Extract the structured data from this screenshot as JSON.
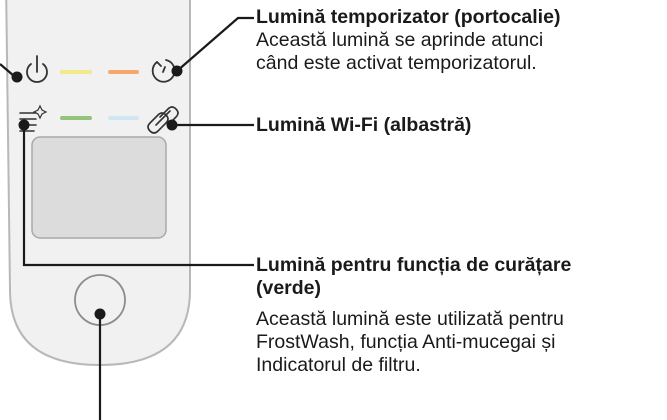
{
  "callouts": {
    "timer": {
      "title": "Lumină temporizator (portocalie)",
      "desc_line1": "Această lumină se aprinde atunci",
      "desc_line2": "când este activat temporizatorul."
    },
    "wifi": {
      "title": "Lumină Wi-Fi (albastră)"
    },
    "cleaning": {
      "title_line1": "Lumină pentru funcția de curățare",
      "title_line2": "(verde)",
      "desc_line1": "Această lumină este utilizată pentru",
      "desc_line2": "FrostWash, funcția Anti-mucegai și",
      "desc_line3": "Indicatorul de filtru."
    }
  },
  "colors": {
    "panel_fill": "#f1f1f1",
    "panel_stroke": "#b8b8b8",
    "screen_fill": "#dcdcdc",
    "leader_line": "#1a1a1a",
    "led_yellow": "#f2e98a",
    "led_orange": "#f6a769",
    "led_green": "#93c47d",
    "led_blue": "#cfe7f3"
  },
  "icons": [
    "power-icon",
    "timer-icon",
    "cleaning-icon",
    "wifi-link-icon"
  ]
}
